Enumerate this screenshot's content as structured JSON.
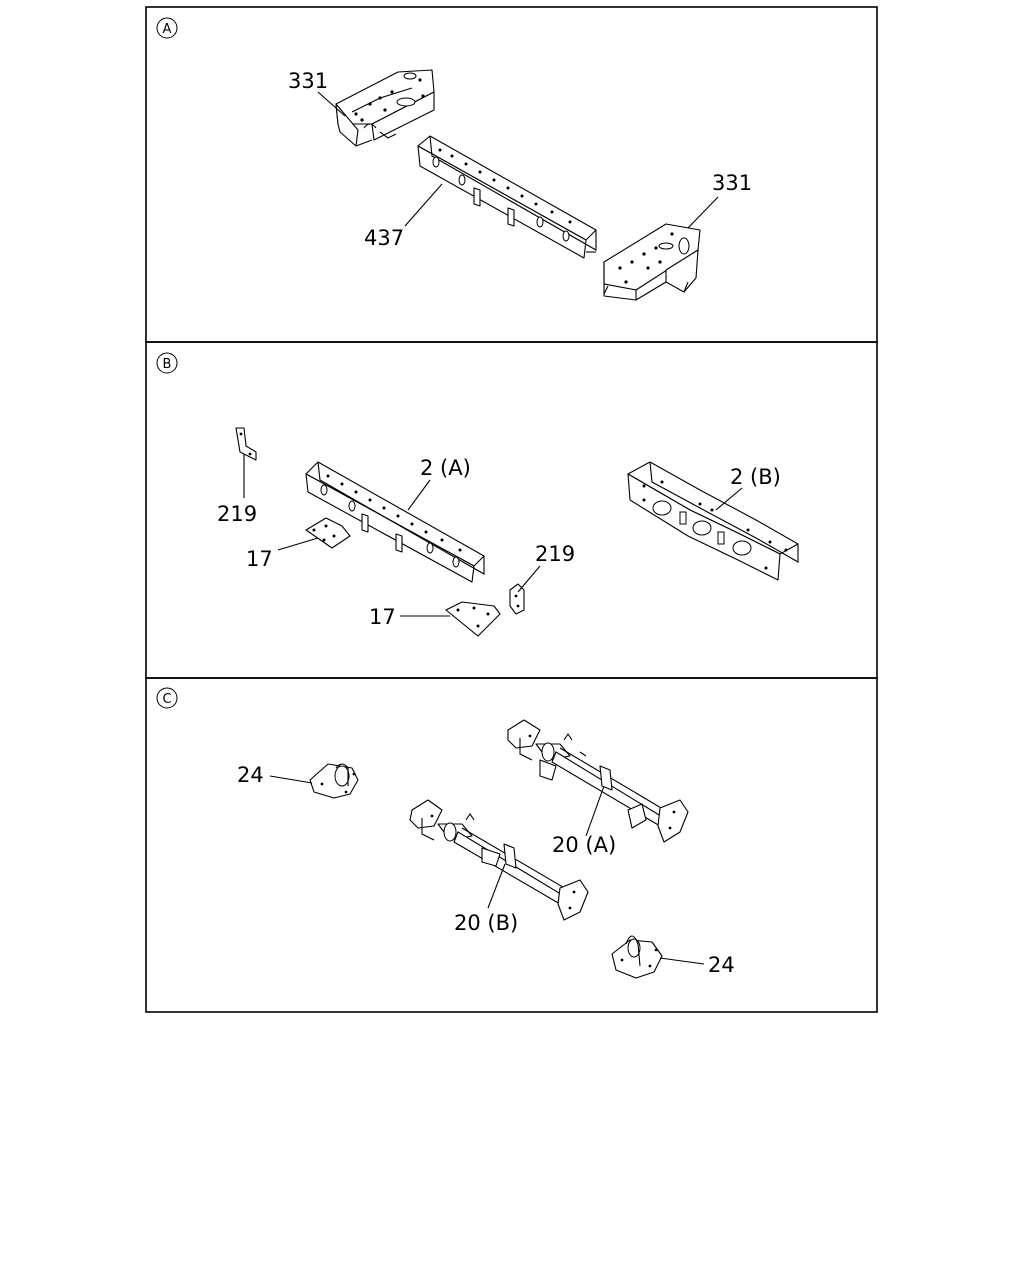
{
  "sections": [
    {
      "letter": "A",
      "callouts": [
        "331",
        "437",
        "331"
      ]
    },
    {
      "letter": "B",
      "callouts": [
        "219",
        "2 (A)",
        "17",
        "219",
        "17",
        "2 (B)"
      ]
    },
    {
      "letter": "C",
      "callouts": [
        "24",
        "20 (A)",
        "20 (B)",
        "24"
      ]
    }
  ]
}
